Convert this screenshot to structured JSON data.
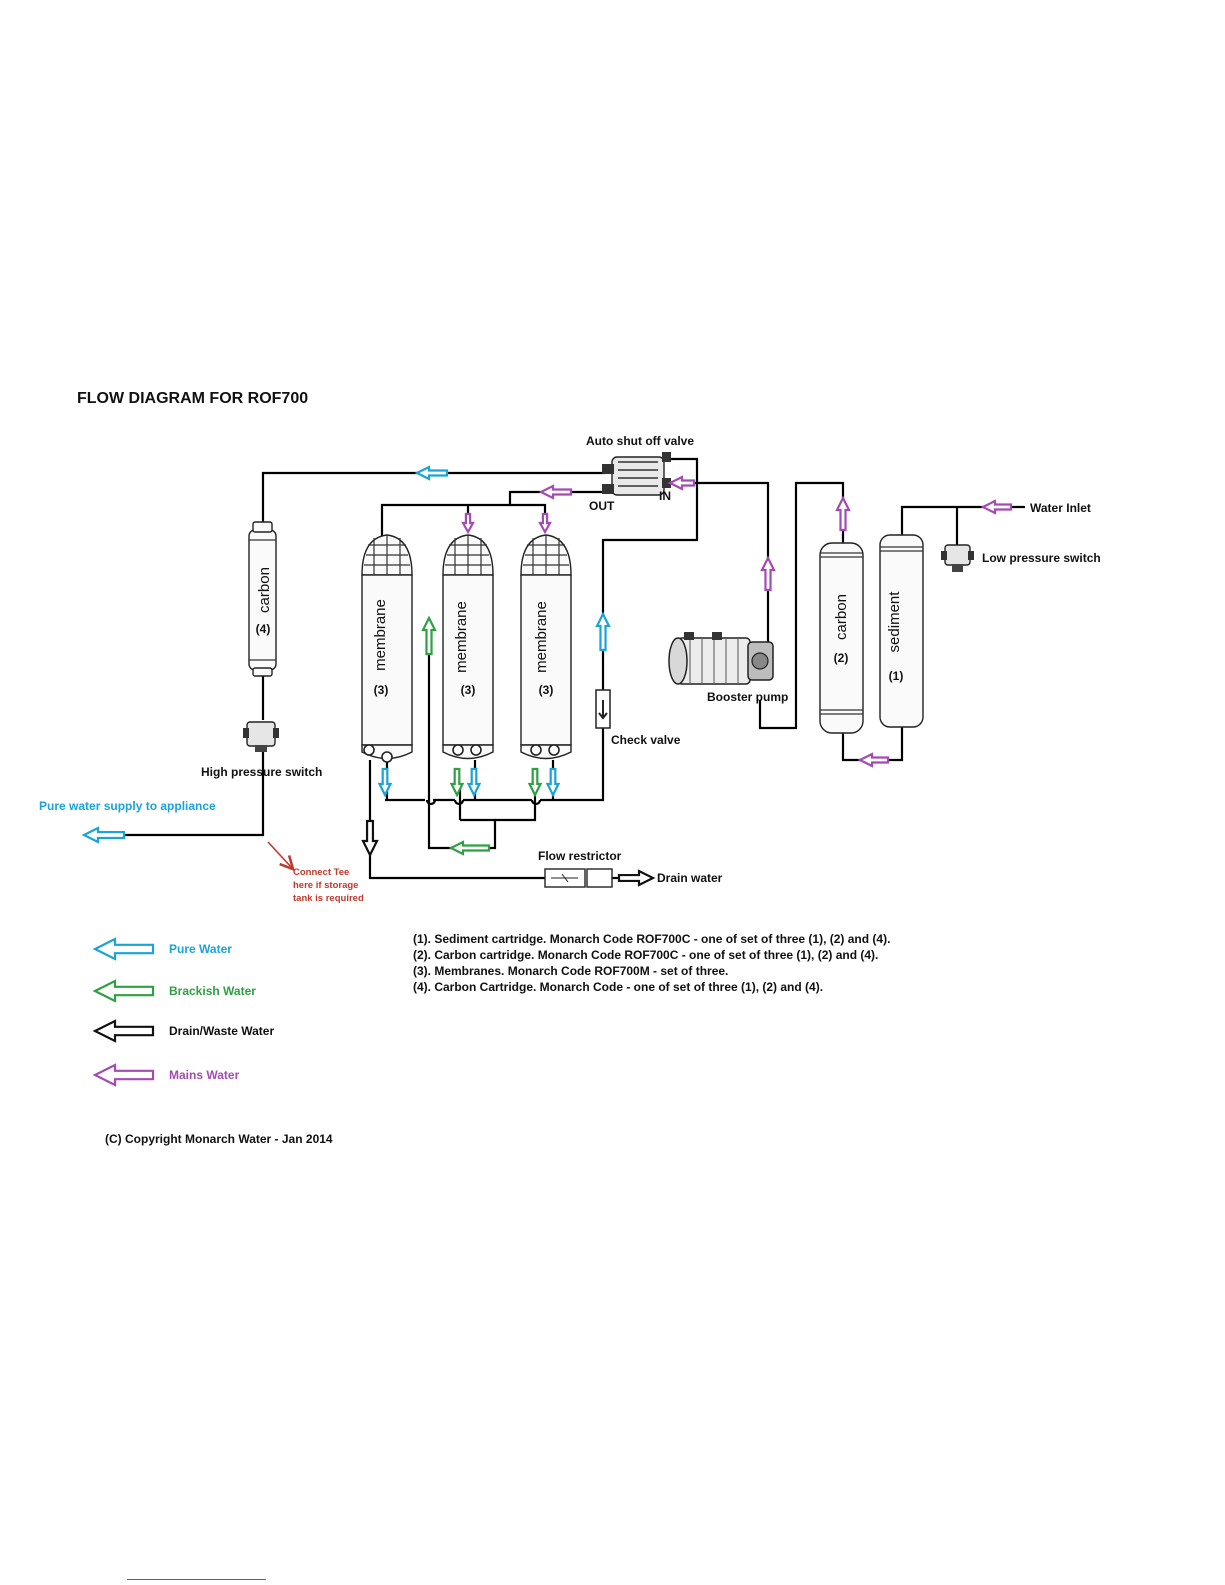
{
  "title": "FLOW DIAGRAM FOR ROF700",
  "labels": {
    "auto_shut_off": "Auto shut off valve",
    "out": "OUT",
    "in": "IN",
    "water_inlet": "Water Inlet",
    "low_pressure": "Low pressure switch",
    "booster_pump": "Booster pump",
    "check_valve": "Check valve",
    "high_pressure": "High pressure switch",
    "pure_supply": "Pure water supply to appliance",
    "flow_restrictor": "Flow restrictor",
    "drain_water": "Drain water",
    "connect_tee_1": "Connect Tee",
    "connect_tee_2": "here if storage",
    "connect_tee_3": "tank is required"
  },
  "cartridges": {
    "carbon_post": {
      "name": "carbon",
      "num": "(4)"
    },
    "membrane_1": {
      "name": "membrane",
      "num": "(3)"
    },
    "membrane_2": {
      "name": "membrane",
      "num": "(3)"
    },
    "membrane_3": {
      "name": "membrane",
      "num": "(3)"
    },
    "carbon_pre": {
      "name": "carbon",
      "num": "(2)"
    },
    "sediment": {
      "name": "sediment",
      "num": "(1)"
    }
  },
  "legend": [
    {
      "label": "Pure Water",
      "color": "#1aa3d6"
    },
    {
      "label": "Brackish Water",
      "color": "#2ea043"
    },
    {
      "label": "Drain/Waste Water",
      "color": "#111111"
    },
    {
      "label": "Mains Water",
      "color": "#a24bb3"
    }
  ],
  "notes": [
    "(1). Sediment cartridge. Monarch Code ROF700C - one of set of three (1), (2) and (4).",
    "(2). Carbon cartridge. Monarch Code ROF700C - one of set of three (1), (2) and (4).",
    "(3). Membranes. Monarch Code ROF700M - set of three.",
    "(4). Carbon Cartridge. Monarch Code - one of set of three (1), (2) and (4)."
  ],
  "copyright": "(C) Copyright Monarch Water - Jan 2014",
  "colors": {
    "pure": "#1aa3d6",
    "brackish": "#2ea043",
    "drain": "#111111",
    "mains": "#a24bb3",
    "annotation": "#c0392b"
  }
}
